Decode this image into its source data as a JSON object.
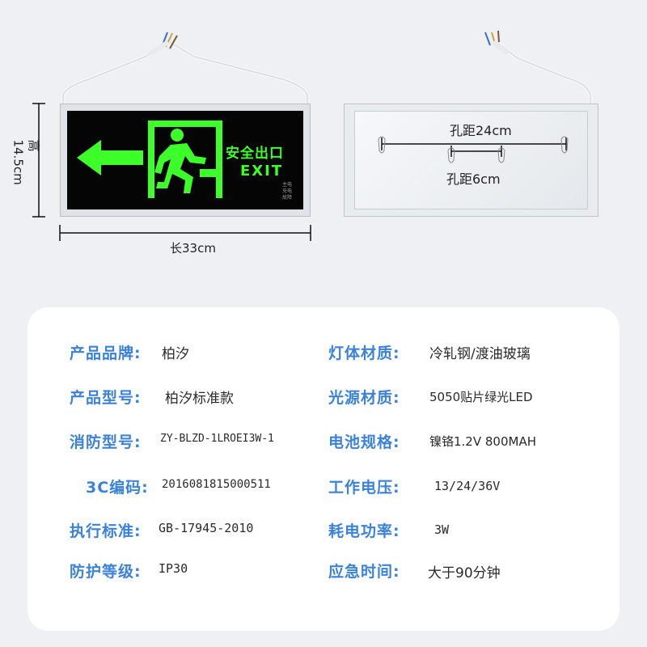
{
  "sign": {
    "chinese_text": "安全出口",
    "english_text": "EXIT",
    "status_indicator_lines": [
      "主电",
      "充电",
      "故障"
    ]
  },
  "dimensions": {
    "height_label": "高14.5cm",
    "length_label": "长33cm",
    "hole_distance_wide": "孔距24cm",
    "hole_distance_narrow": "孔距6cm"
  },
  "specs": {
    "left": [
      {
        "label": "产品品牌:",
        "value": "柏汐"
      },
      {
        "label": "产品型号:",
        "value": "柏汐标准款"
      },
      {
        "label": "消防型号:",
        "value": "ZY-BLZD-1LROEI3W-1"
      },
      {
        "label": "3C编码:",
        "value": "2016081815000511"
      },
      {
        "label": "执行标准:",
        "value": "GB-17945-2010"
      },
      {
        "label": "防护等级:",
        "value": "IP30"
      }
    ],
    "right": [
      {
        "label": "灯体材质:",
        "value": "冷轧钢/渡油玻璃"
      },
      {
        "label": "光源材质:",
        "value": "5050贴片绿光LED"
      },
      {
        "label": "电池规格:",
        "value": "镍铬1.2V 800MAH"
      },
      {
        "label": "工作电压:",
        "value": "13/24/36V"
      },
      {
        "label": "耗电功率:",
        "value": "3W"
      },
      {
        "label": "应急时间:",
        "value": "大于90分钟"
      }
    ]
  },
  "colors": {
    "background": "#eef0f4",
    "label_blue": "#3b82d8",
    "sign_green": "#3dff2a",
    "sign_panel": "#050505"
  }
}
